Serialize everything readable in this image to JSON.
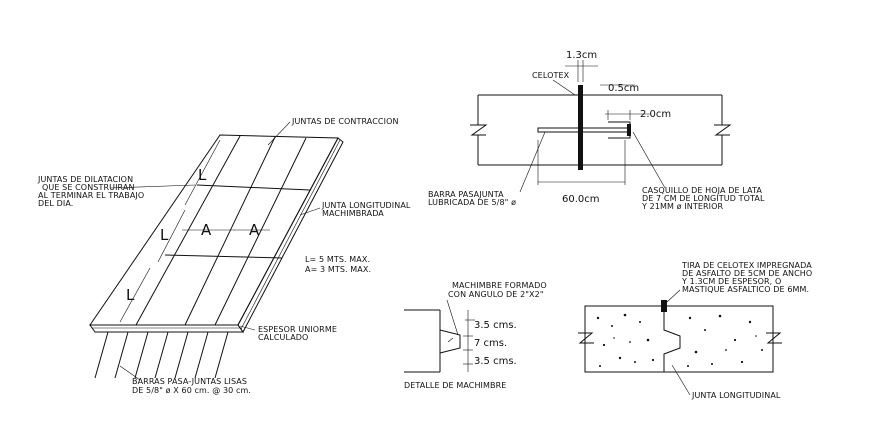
{
  "slab": {
    "juntas_contraccion": "JUNTAS DE CONTRACCION",
    "juntas_dilatacion": [
      "JUNTAS DE DILATACION",
      "QUE SE CONSTRUIRAN",
      "AL TERMINAR EL TRABAJO",
      "DEL DIA."
    ],
    "junta_longitudinal": [
      "JUNTA LONGITUDINAL",
      "MACHIMBRADA"
    ],
    "dim_L": "L",
    "dim_A": "A",
    "legend_L": "L= 5 MTS. MAX.",
    "legend_A": "A= 3 MTS. MAX.",
    "espesor": [
      "ESPESOR UNIORME",
      "CALCULADO"
    ],
    "barras": [
      "BARRAS PASA-JUNTAS LISAS",
      "DE 5/8\" ø X 60 cm. @ 30 cm."
    ]
  },
  "dowel_detail": {
    "dim_13": "1.3cm",
    "celotex": "CELOTEX",
    "dim_05": "0.5cm",
    "dim_20": "2.0cm",
    "barra": [
      "BARRA PASAJUNTA",
      "LUBRICADA DE 5/8\" ø"
    ],
    "dim_60": "60.0cm",
    "casquillo": [
      "CASQUILLO DE HOJA DE LATA",
      "DE 7 CM DE LONGITUD TOTAL",
      "Y 21MM ø INTERIOR"
    ]
  },
  "machimbre_detail": {
    "formado": [
      "MACHIMBRE FORMADO",
      "CON ANGULO DE 2\"X2\""
    ],
    "dim_35a": "3.5 cms.",
    "dim_7": "7 cms.",
    "dim_35b": "3.5 cms.",
    "title": "DETALLE DE MACHIMBRE"
  },
  "longitudinal_detail": {
    "tira": [
      "TIRA DE CELOTEX IMPREGNADA",
      "DE ASFALTO DE 5CM DE ANCHO",
      "Y 1.3CM DE ESPESOR, O",
      "MASTIQUE ASFALTICO DE 6MM."
    ],
    "junta": "JUNTA LONGITUDINAL"
  }
}
